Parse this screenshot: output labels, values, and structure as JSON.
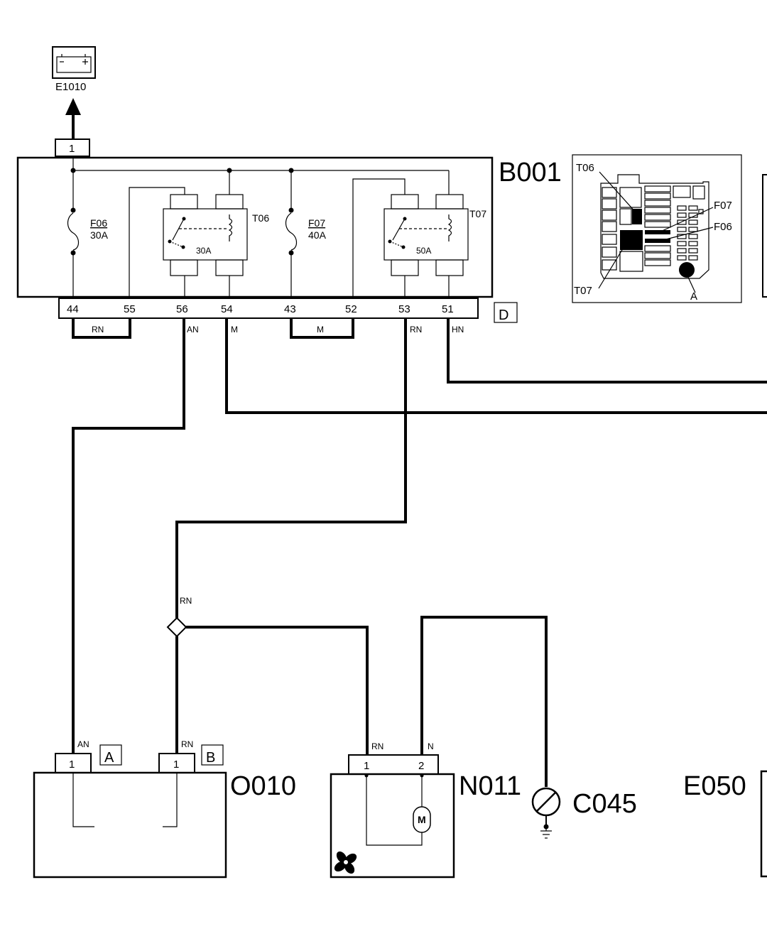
{
  "components": {
    "battery": {
      "code": "E1010",
      "pin": "1"
    },
    "fuse_box": {
      "code": "B001",
      "connector_code": "D",
      "fuses": [
        {
          "name": "F06",
          "rating": "30A"
        },
        {
          "name": "F07",
          "rating": "40A"
        }
      ],
      "relays": [
        {
          "name": "T06",
          "rating": "30A"
        },
        {
          "name": "T07",
          "rating": "50A"
        }
      ],
      "pins": [
        "44",
        "55",
        "56",
        "54",
        "43",
        "52",
        "53",
        "51"
      ],
      "jumpers": [
        "RN",
        "M"
      ]
    },
    "locator": {
      "labels": [
        "T06",
        "F07",
        "F06",
        "T07",
        "A"
      ]
    },
    "o010": {
      "code": "O010",
      "pin_a": "1",
      "pin_b": "1",
      "conn_a": "A",
      "conn_b": "B"
    },
    "n011": {
      "code": "N011",
      "pin1": "1",
      "pin2": "2",
      "motor": "M"
    },
    "ground": {
      "code": "C045"
    },
    "e050": {
      "code": "E050"
    }
  },
  "wires": {
    "pin56": "AN",
    "pin54": "M",
    "pin53": "RN",
    "pin51": "HN",
    "splice": "RN",
    "o010_a": "AN",
    "o010_b": "RN",
    "n011_1": "RN",
    "n011_2": "N"
  }
}
